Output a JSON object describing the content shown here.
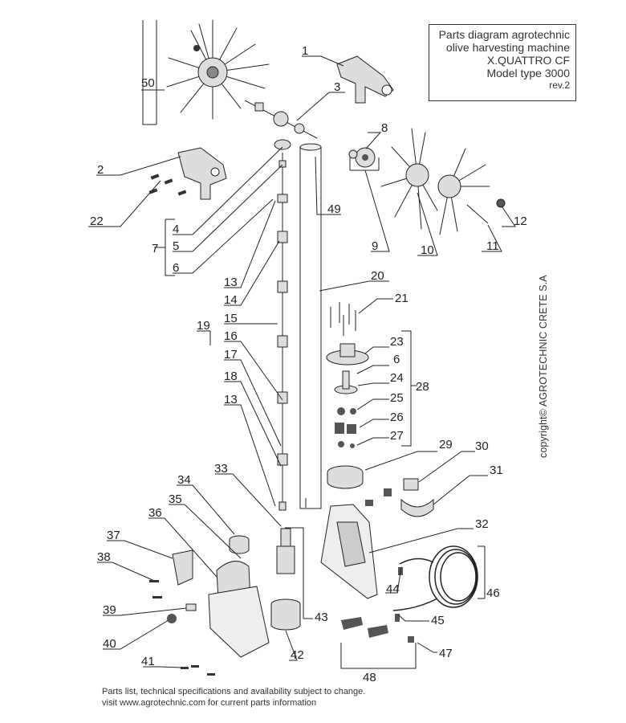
{
  "title_block": {
    "lines": [
      "Parts diagram  agrotechnic",
      "olive harvesting machine",
      "X.QUATTRO CF",
      "Model type 3000",
      "rev.2"
    ]
  },
  "copyright": "copyright© AGROTECHNIC CRETE S.A",
  "footer": {
    "line1": "Parts list, technical specifications and availability subject to change.",
    "line2": "visit www.agrotechnic.com for current parts information"
  },
  "callouts": [
    "1",
    "2",
    "3",
    "4",
    "5",
    "6",
    "7",
    "8",
    "9",
    "10",
    "11",
    "12",
    "13",
    "14",
    "15",
    "16",
    "17",
    "18",
    "19",
    "20",
    "21",
    "22",
    "23",
    "24",
    "25",
    "26",
    "27",
    "28",
    "29",
    "30",
    "31",
    "32",
    "33",
    "34",
    "35",
    "36",
    "37",
    "38",
    "39",
    "40",
    "41",
    "42",
    "43",
    "44",
    "45",
    "46",
    "47",
    "48",
    "49",
    "50"
  ],
  "colors": {
    "line": "#222222",
    "part_fill": "#dddddd",
    "part_dark": "#555555",
    "background": "#ffffff"
  }
}
